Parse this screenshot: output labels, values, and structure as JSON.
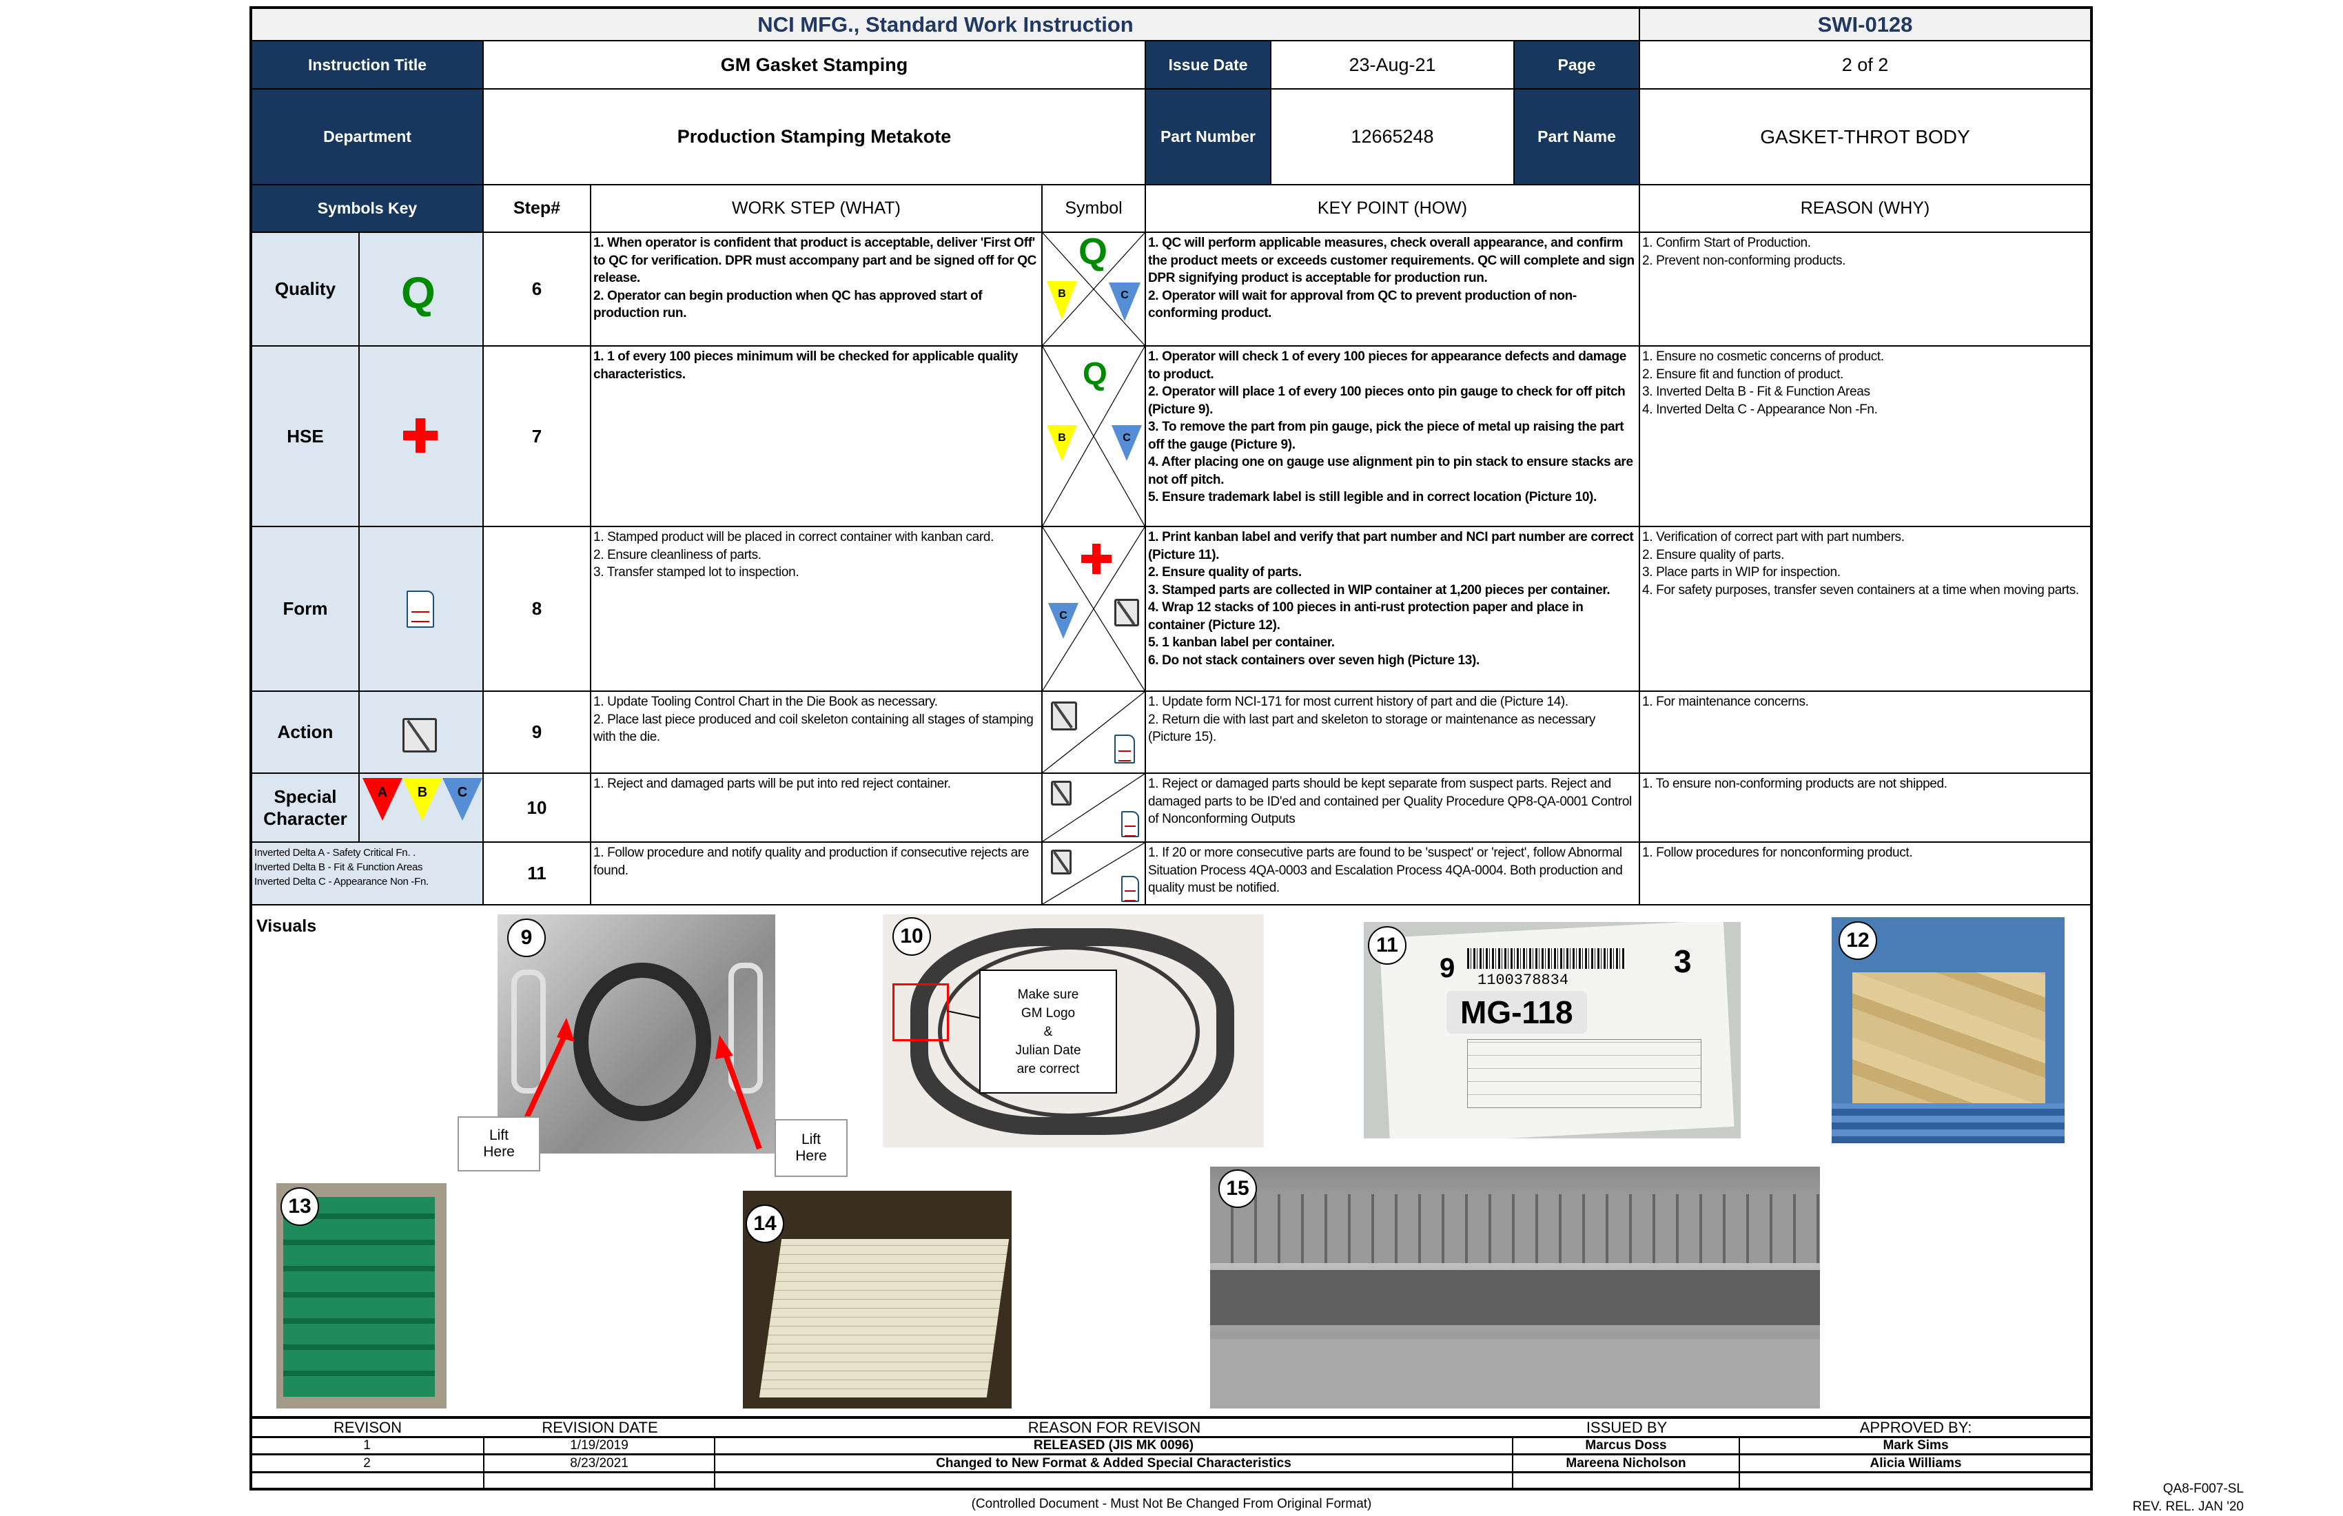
{
  "header": {
    "title": "NCI MFG., Standard Work Instruction",
    "doc_number": "SWI-0128",
    "instruction_title_label": "Instruction Title",
    "instruction_title": "GM Gasket Stamping",
    "issue_date_label": "Issue Date",
    "issue_date": "23-Aug-21",
    "page_label": "Page",
    "page": "2 of 2",
    "department_label": "Department",
    "department": "Production Stamping Metakote",
    "part_number_label": "Part Number",
    "part_number": "12665248",
    "part_name_label": "Part Name",
    "part_name": "GASKET-THROT BODY"
  },
  "columns": {
    "symbols_key": "Symbols Key",
    "step": "Step#",
    "work_step": "WORK STEP (WHAT)",
    "symbol": "Symbol",
    "key_point": "KEY POINT (HOW)",
    "reason": "REASON (WHY)"
  },
  "symbols_key": {
    "quality": {
      "label": "Quality",
      "icon": "Q",
      "color": "#008a00"
    },
    "hse": {
      "label": "HSE",
      "icon": "red-cross-icon",
      "color": "#ff0000"
    },
    "form": {
      "label": "Form",
      "icon": "docs-icon"
    },
    "action": {
      "label": "Action",
      "icon": "clipboard-icon"
    },
    "special": {
      "label_1": "Special",
      "label_2": "Character",
      "deltas": [
        "A",
        "B",
        "C"
      ],
      "delta_colors": [
        "#ff0000",
        "#ffff00",
        "#558ed5"
      ]
    },
    "legend": [
      "Inverted Delta A - Safety Critical Fn. .",
      "Inverted Delta B - Fit & Function Areas",
      "Inverted Delta C  - Appearance Non -Fn."
    ]
  },
  "rows": [
    {
      "step": "6",
      "symbols": [
        "Q",
        "delta-B",
        "delta-C"
      ],
      "work_step": [
        "1. When operator is confident that product is acceptable, deliver 'First Off' to QC for verification. DPR must accompany part and be signed off for QC release.",
        "2. Operator can begin production when QC has approved start of production run."
      ],
      "key_point": [
        "1. QC will perform applicable measures, check overall appearance, and confirm the product meets or exceeds customer requirements. QC will complete and sign DPR signifying product is acceptable for production run.",
        "2. Operator will wait for approval from QC to prevent production of non-conforming product."
      ],
      "reason": [
        "1. Confirm Start of Production.",
        "2. Prevent non-conforming products."
      ]
    },
    {
      "step": "7",
      "symbols": [
        "Q",
        "delta-B",
        "delta-C"
      ],
      "work_step": [
        "1. 1 of every 100 pieces minimum will be checked for applicable quality characteristics."
      ],
      "key_point": [
        "1. Operator will check 1 of every 100 pieces for appearance defects and damage to product.",
        "2. Operator will place 1 of every 100 pieces onto pin gauge to check for off pitch (Picture 9).",
        "3. To remove the part from pin gauge, pick the piece of metal up raising the part off the gauge (Picture 9).",
        "4. After placing one on gauge use alignment pin to pin stack to ensure stacks are not off pitch.",
        "5. Ensure trademark label is still legible and in correct location (Picture 10)."
      ],
      "reason": [
        "1. Ensure no cosmetic concerns of product.",
        "2. Ensure fit and function of product.",
        "3. Inverted Delta B - Fit & Function Areas",
        "4. Inverted Delta C  - Appearance Non -Fn."
      ]
    },
    {
      "step": "8",
      "symbols": [
        "hse-cross",
        "delta-C",
        "clipboard"
      ],
      "work_step": [
        "1. Stamped product will be placed in correct container with kanban card.",
        "2. Ensure cleanliness of parts.",
        "3. Transfer stamped lot to inspection."
      ],
      "key_point": [
        "1. Print kanban label and verify that part number and NCI part number are correct (Picture 11).",
        "2. Ensure quality of parts.",
        "3. Stamped parts are collected in WIP container at 1,200 pieces per container.",
        "4. Wrap 12 stacks of 100 pieces in anti-rust protection paper and place in container (Picture 12).",
        "5. 1 kanban label per container.",
        "6. Do not stack containers over seven high (Picture 13)."
      ],
      "reason": [
        "1. Verification of correct part with part numbers.",
        "2. Ensure quality of parts.",
        "3. Place parts in WIP for inspection.",
        "4. For safety purposes, transfer seven containers at a time when moving parts."
      ]
    },
    {
      "step": "9",
      "symbols": [
        "clipboard",
        "docs"
      ],
      "work_step": [
        "1. Update Tooling Control Chart in the Die Book as necessary.",
        "2. Place last piece produced and coil skeleton containing all stages of stamping with the die."
      ],
      "key_point": [
        "1. Update form NCI-171 for most current history of part and die (Picture 14).",
        "2. Return die with last part and skeleton to storage or maintenance as necessary (Picture 15)."
      ],
      "reason": [
        "1. For maintenance concerns."
      ]
    },
    {
      "step": "10",
      "symbols": [
        "clipboard",
        "docs"
      ],
      "work_step": [
        "1. Reject and damaged parts will be put into red reject container."
      ],
      "key_point": [
        "1. Reject or damaged parts should be kept separate from suspect parts. Reject and damaged parts to be ID'ed and contained per Quality Procedure QP8-QA-0001 Control of Nonconforming Outputs"
      ],
      "reason": [
        "1. To ensure non-conforming products are not shipped."
      ]
    },
    {
      "step": "11",
      "symbols": [
        "clipboard",
        "docs"
      ],
      "work_step": [
        "1. Follow procedure and notify quality and production if consecutive rejects are found."
      ],
      "key_point": [
        "1. If 20 or more consecutive parts are found to be 'suspect' or 'reject', follow Abnormal Situation Process 4QA-0003 and Escalation Process 4QA-0004. Both production and quality must be notified."
      ],
      "reason": [
        "1. Follow procedures for nonconforming product."
      ]
    }
  ],
  "visuals": {
    "label": "Visuals",
    "pictures": [
      {
        "number": "9",
        "callouts": [
          "Lift Here",
          "Lift Here"
        ]
      },
      {
        "number": "10",
        "callout": [
          "Make sure",
          "GM Logo",
          "&",
          "Julian Date",
          "are correct"
        ]
      },
      {
        "number": "11",
        "label_text": "MG-118",
        "barcode_text": "1100378834",
        "tag_left": "9",
        "tag_right": "3"
      },
      {
        "number": "12"
      },
      {
        "number": "13"
      },
      {
        "number": "14"
      },
      {
        "number": "15"
      }
    ]
  },
  "revisions": {
    "headers": [
      "REVISON",
      "REVISION DATE",
      "REASON FOR REVISON",
      "ISSUED BY",
      "APPROVED BY:"
    ],
    "rows": [
      [
        "1",
        "1/19/2019",
        "RELEASED (JIS MK 0096)",
        "Marcus Doss",
        "Mark Sims"
      ],
      [
        "2",
        "8/23/2021",
        "Changed to New Format & Added Special Characteristics",
        "Mareena Nicholson",
        "Alicia Williams"
      ]
    ]
  },
  "footer": {
    "controlled": "(Controlled Document - Must Not Be Changed From Original Format)",
    "form_number": "QA8-F007-SL",
    "rev": "REV. REL. JAN '20"
  },
  "colors": {
    "navy": "#17375e",
    "key_bg": "#dce6f1",
    "title_text": "#1f3864"
  }
}
